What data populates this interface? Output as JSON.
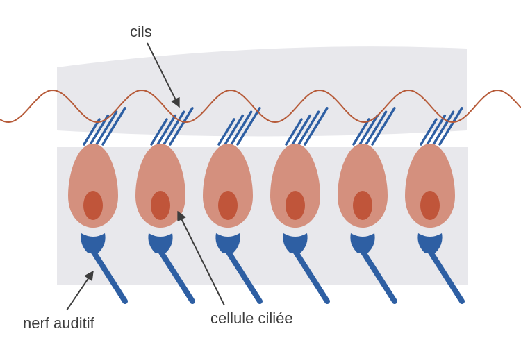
{
  "labels": {
    "cilia": "cils",
    "hair_cell": "cellule ciliée",
    "auditory_nerve": "nerf auditif"
  },
  "hair_cell_count": 6,
  "cilia_per_cell": 4,
  "colors": {
    "membrane": "#e8e8ec",
    "cell_body": "#d4907e",
    "nucleus": "#c0553a",
    "cilia": "#2e5fa3",
    "nerve": "#2e5fa3",
    "wave": "#b65a38",
    "arrow": "#3d3d3d",
    "text": "#3d3d3d"
  }
}
